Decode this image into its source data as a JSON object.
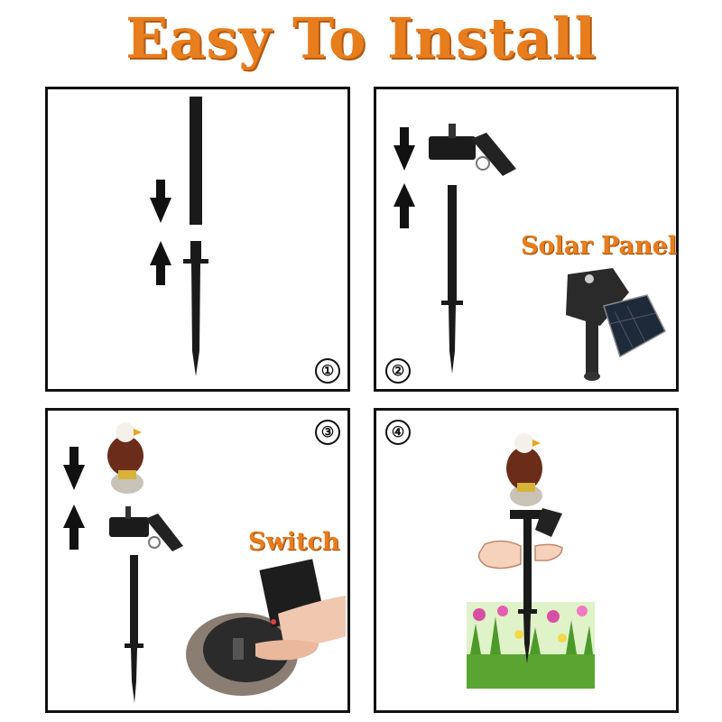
{
  "header": {
    "title": "Easy To Install"
  },
  "steps": [
    {
      "number": "①"
    },
    {
      "number": "②",
      "label": "Solar Panel"
    },
    {
      "number": "③",
      "label": "Switch"
    },
    {
      "number": "④"
    }
  ],
  "colors": {
    "accent": "#e87d1e",
    "border": "#111111",
    "stake": "#111111"
  }
}
